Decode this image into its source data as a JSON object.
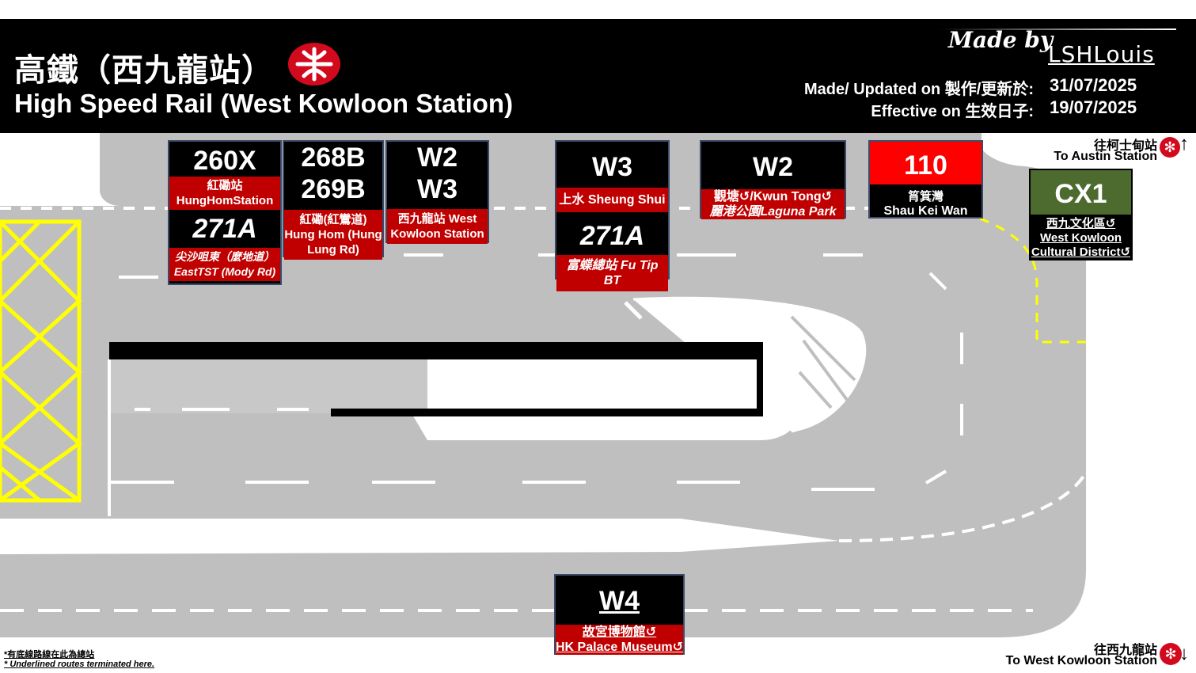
{
  "header": {
    "title_zh": "高鐵（西九龍站）",
    "title_en": "High Speed Rail (West Kowloon Station)",
    "made_by": "Made by",
    "author": "LSHLouis",
    "updated_label": "Made/ Updated on 製作/更新於:",
    "updated_value": "31/07/2025",
    "effective_label": "Effective on 生效日子:",
    "effective_value": "19/07/2025"
  },
  "stops": {
    "s1": {
      "r1": "260X",
      "d1": "紅磡站 HungHomStation",
      "r2": "271A",
      "d2": "尖沙咀東（麼地道）EastTST (Mody Rd)"
    },
    "s2": {
      "r1": "268B",
      "r2": "269B",
      "d": "紅磡(紅鸞道) Hung Hom (Hung Lung Rd)"
    },
    "s3": {
      "r1": "W2",
      "r2": "W3",
      "d": "西九龍站 West Kowloon Station"
    },
    "s4": {
      "r1": "W3",
      "d1": "上水 Sheung Shui",
      "r2": "271A",
      "d2": "富蝶總站 Fu Tip BT"
    },
    "s5": {
      "r1": "W2",
      "d1": "觀塘↺/Kwun Tong↺",
      "d2": "麗港公園Laguna Park"
    },
    "s6": {
      "r1": "110",
      "d1": "筲箕灣",
      "d2": "Shau Kei Wan"
    },
    "s7": {
      "r1": "CX1",
      "d1": "西九文化區↺",
      "d2": "West Kowloon",
      "d3": "Cultural District↺"
    },
    "s8": {
      "r1": "W4",
      "d1": "故宮博物館↺",
      "d2": "HK Palace Museum↺"
    }
  },
  "directions": {
    "north_zh": "往柯士甸站",
    "north_en": "To Austin Station",
    "south_zh": "往西九龍站",
    "south_en": "To West Kowloon Station"
  },
  "footnote": {
    "zh": "*有底線路線在此為總站",
    "en": "* Underlined routes terminated here."
  },
  "colors": {
    "road": "#bfbfbf",
    "route_black": "#000000",
    "dest_red": "#c00000",
    "route_110": "#ff0000",
    "cx1_green": "#4e6b2f",
    "mtr_red": "#d20a1e",
    "yellow_box": "#ffff00"
  },
  "icons": [
    "mtr-logo-icon",
    "arrow-up-icon",
    "arrow-down-icon"
  ]
}
